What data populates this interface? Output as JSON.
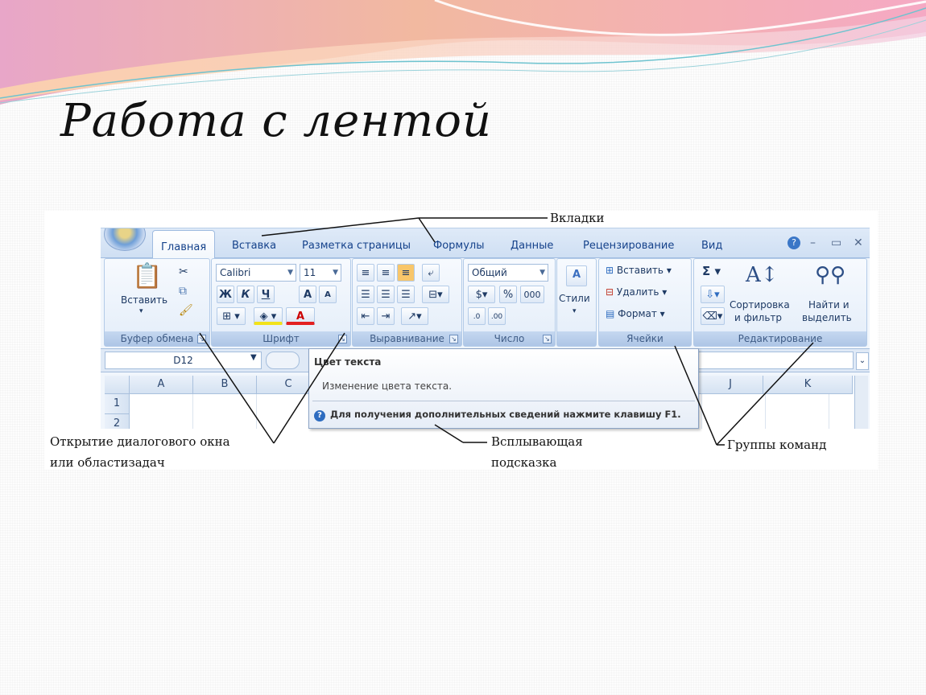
{
  "slide": {
    "title": "Работа с лентой"
  },
  "ribbon": {
    "tabs": [
      "Главная",
      "Вставка",
      "Разметка страницы",
      "Формулы",
      "Данные",
      "Рецензирование",
      "Вид"
    ],
    "window_controls": [
      "help-icon",
      "minimize-icon",
      "restore-icon",
      "close-icon"
    ],
    "clipboard": {
      "paste": "Вставить",
      "label": "Буфер обмена"
    },
    "font": {
      "name": "Calibri",
      "size": "11",
      "bold": "Ж",
      "italic": "К",
      "underline": "Ч",
      "grow": "A",
      "shrink": "A",
      "font_color": "A",
      "label": "Шрифт"
    },
    "alignment": {
      "label": "Выравнивание"
    },
    "number": {
      "format": "Общий",
      "percent": "%",
      "thousands": "000",
      "label": "Число"
    },
    "styles": {
      "button": "Стили"
    },
    "cells": {
      "insert": "Вставить",
      "delete": "Удалить",
      "format": "Формат",
      "label": "Ячейки"
    },
    "editing": {
      "sum": "Σ",
      "sort_line1": "Сортировка",
      "sort_line2": "и фильтр",
      "find_line1": "Найти и",
      "find_line2": "выделить",
      "label": "Редактирование"
    }
  },
  "formula_bar": {
    "name_box": "D12"
  },
  "sheet": {
    "columns": [
      "A",
      "B",
      "C",
      "J",
      "K"
    ],
    "rows": [
      "1",
      "2"
    ]
  },
  "tooltip": {
    "title": "Цвет текста",
    "description": "Изменение цвета текста.",
    "help": "Для получения дополнительных сведений нажмите клавишу F1."
  },
  "callouts": {
    "tabs": "Вкладки",
    "dialog_line1": "Открытие диалогового окна",
    "dialog_line2": "или областизадач",
    "tooltip_line1": "Всплывающая",
    "tooltip_line2": "подсказка",
    "groups": "Группы команд"
  },
  "colors": {
    "ribbon_bg": "#f1f6fc",
    "ribbon_text": "#15428b",
    "group_label_bg": "#aec6e6",
    "font_color_bar": "#e32020",
    "highlight_bar": "#f2e21a"
  }
}
